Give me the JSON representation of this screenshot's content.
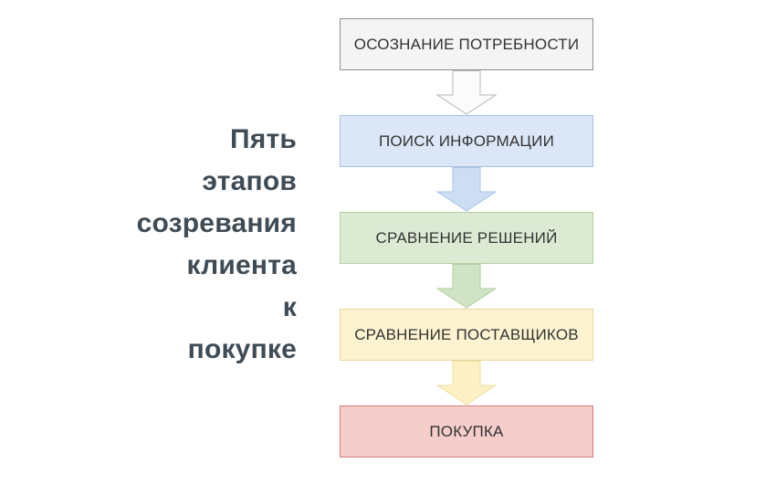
{
  "page": {
    "background": "#ffffff"
  },
  "title": {
    "text": "Пять этапов созревания клиента к покупке",
    "lines": [
      "Пять",
      "этапов",
      "созревания",
      "клиента",
      "к",
      "покупке"
    ],
    "color": "#3f4b55"
  },
  "flow": {
    "text_color": "#333333",
    "stages": [
      {
        "label": "ОСОЗНАНИЕ ПОТРЕБНОСТИ",
        "fill": "#f4f4f4",
        "border": "#8f8f8f",
        "arrow": {
          "fill": "#fbfbfb",
          "border": "#b7b7b7"
        }
      },
      {
        "label": "ПОИСК ИНФОРМАЦИИ",
        "fill": "#dbe6f6",
        "border": "#a9bfde",
        "arrow": {
          "fill": "#cddef4",
          "border": "#a9c4e8"
        }
      },
      {
        "label": "СРАВНЕНИЕ РЕШЕНИЙ",
        "fill": "#dcead4",
        "border": "#b4cfa4",
        "arrow": {
          "fill": "#d0e3c5",
          "border": "#b0cf9e"
        }
      },
      {
        "label": "СРАВНЕНИЕ ПОСТАВЩИКОВ",
        "fill": "#fdf3d0",
        "border": "#e9d59d",
        "arrow": {
          "fill": "#fcf0c4",
          "border": "#eddfa6"
        }
      },
      {
        "label": "ПОКУПКА",
        "fill": "#f5cdcb",
        "border": "#d5827f",
        "arrow": null
      }
    ]
  }
}
